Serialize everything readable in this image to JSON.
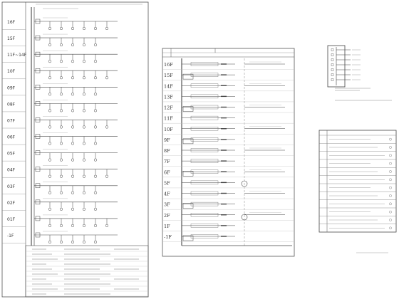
{
  "left_riser": {
    "floors": [
      "16F",
      "15F",
      "11F~14F",
      "10F",
      "09F",
      "08F",
      "07F",
      "06F",
      "05F",
      "04F",
      "03F",
      "02F",
      "01F",
      "-1F"
    ]
  },
  "middle_riser": {
    "floors": [
      "16F",
      "15F",
      "14F",
      "13F",
      "12F",
      "11F",
      "10F",
      "9F",
      "8F",
      "7F",
      "6F",
      "5F",
      "4F",
      "3F",
      "2F",
      "1F",
      "-1F"
    ]
  },
  "colors": {
    "line": "#444444",
    "grid": "#888888"
  }
}
